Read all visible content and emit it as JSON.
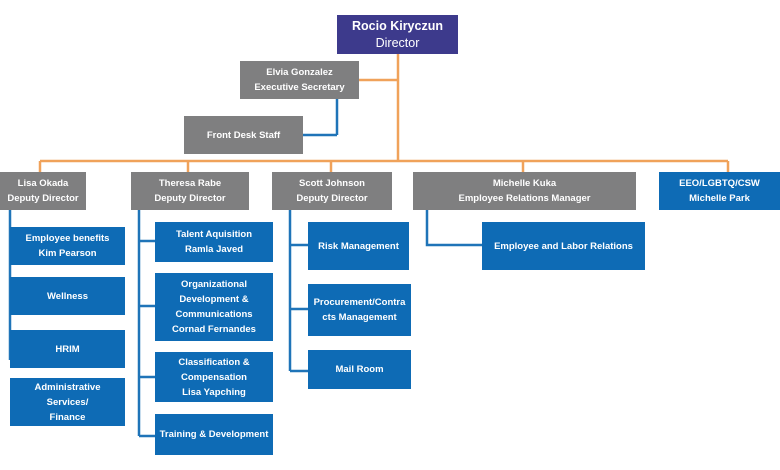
{
  "director": {
    "name": "Rocio Kiryczun",
    "title": "Director"
  },
  "exec_secretary": {
    "name": "Elvia Gonzalez",
    "title": "Executive Secretary"
  },
  "front_desk": {
    "label": "Front Desk Staff"
  },
  "deputies": {
    "lisa": {
      "name": "Lisa Okada",
      "title": "Deputy Director"
    },
    "theresa": {
      "name": "Theresa Rabe",
      "title": "Deputy Director"
    },
    "scott": {
      "name": "Scott Johnson",
      "title": "Deputy Director"
    },
    "michelle": {
      "name": "Michelle Kuka",
      "title": "Employee Relations Manager"
    },
    "eeo": {
      "name": "EEO/LGBTQ/CSW",
      "title": "Michelle Park"
    }
  },
  "lisa_units": {
    "benefits": {
      "label": "Employee benefits",
      "person": "Kim Pearson"
    },
    "wellness": {
      "label": "Wellness"
    },
    "hrim": {
      "label": "HRIM"
    },
    "admin": {
      "line1": "Administrative Services/",
      "line2": "Finance"
    }
  },
  "theresa_units": {
    "talent": {
      "line1": "Talent Aquisition",
      "line2": "Ramla Javed"
    },
    "org": {
      "line1": "Organizational",
      "line2": "Development &",
      "line3": "Communications",
      "line4": "Cornad Fernandes"
    },
    "class": {
      "line1": "Classification &",
      "line2": "Compensation",
      "line3": "Lisa Yapching"
    },
    "training": {
      "label": "Training & Development"
    }
  },
  "scott_units": {
    "risk": {
      "label": "Risk Management"
    },
    "procurement": {
      "line1": "Procurement/Contra",
      "line2": "cts Management"
    },
    "mail": {
      "label": "Mail Room"
    }
  },
  "michelle_units": {
    "labor": {
      "label": "Employee and Labor Relations"
    }
  },
  "colors": {
    "director": "#3d3a8c",
    "gray": "#7f7f80",
    "blue": "#0e6bb5",
    "orange_line": "#f0a25a",
    "blue_line": "#1f74b8"
  }
}
